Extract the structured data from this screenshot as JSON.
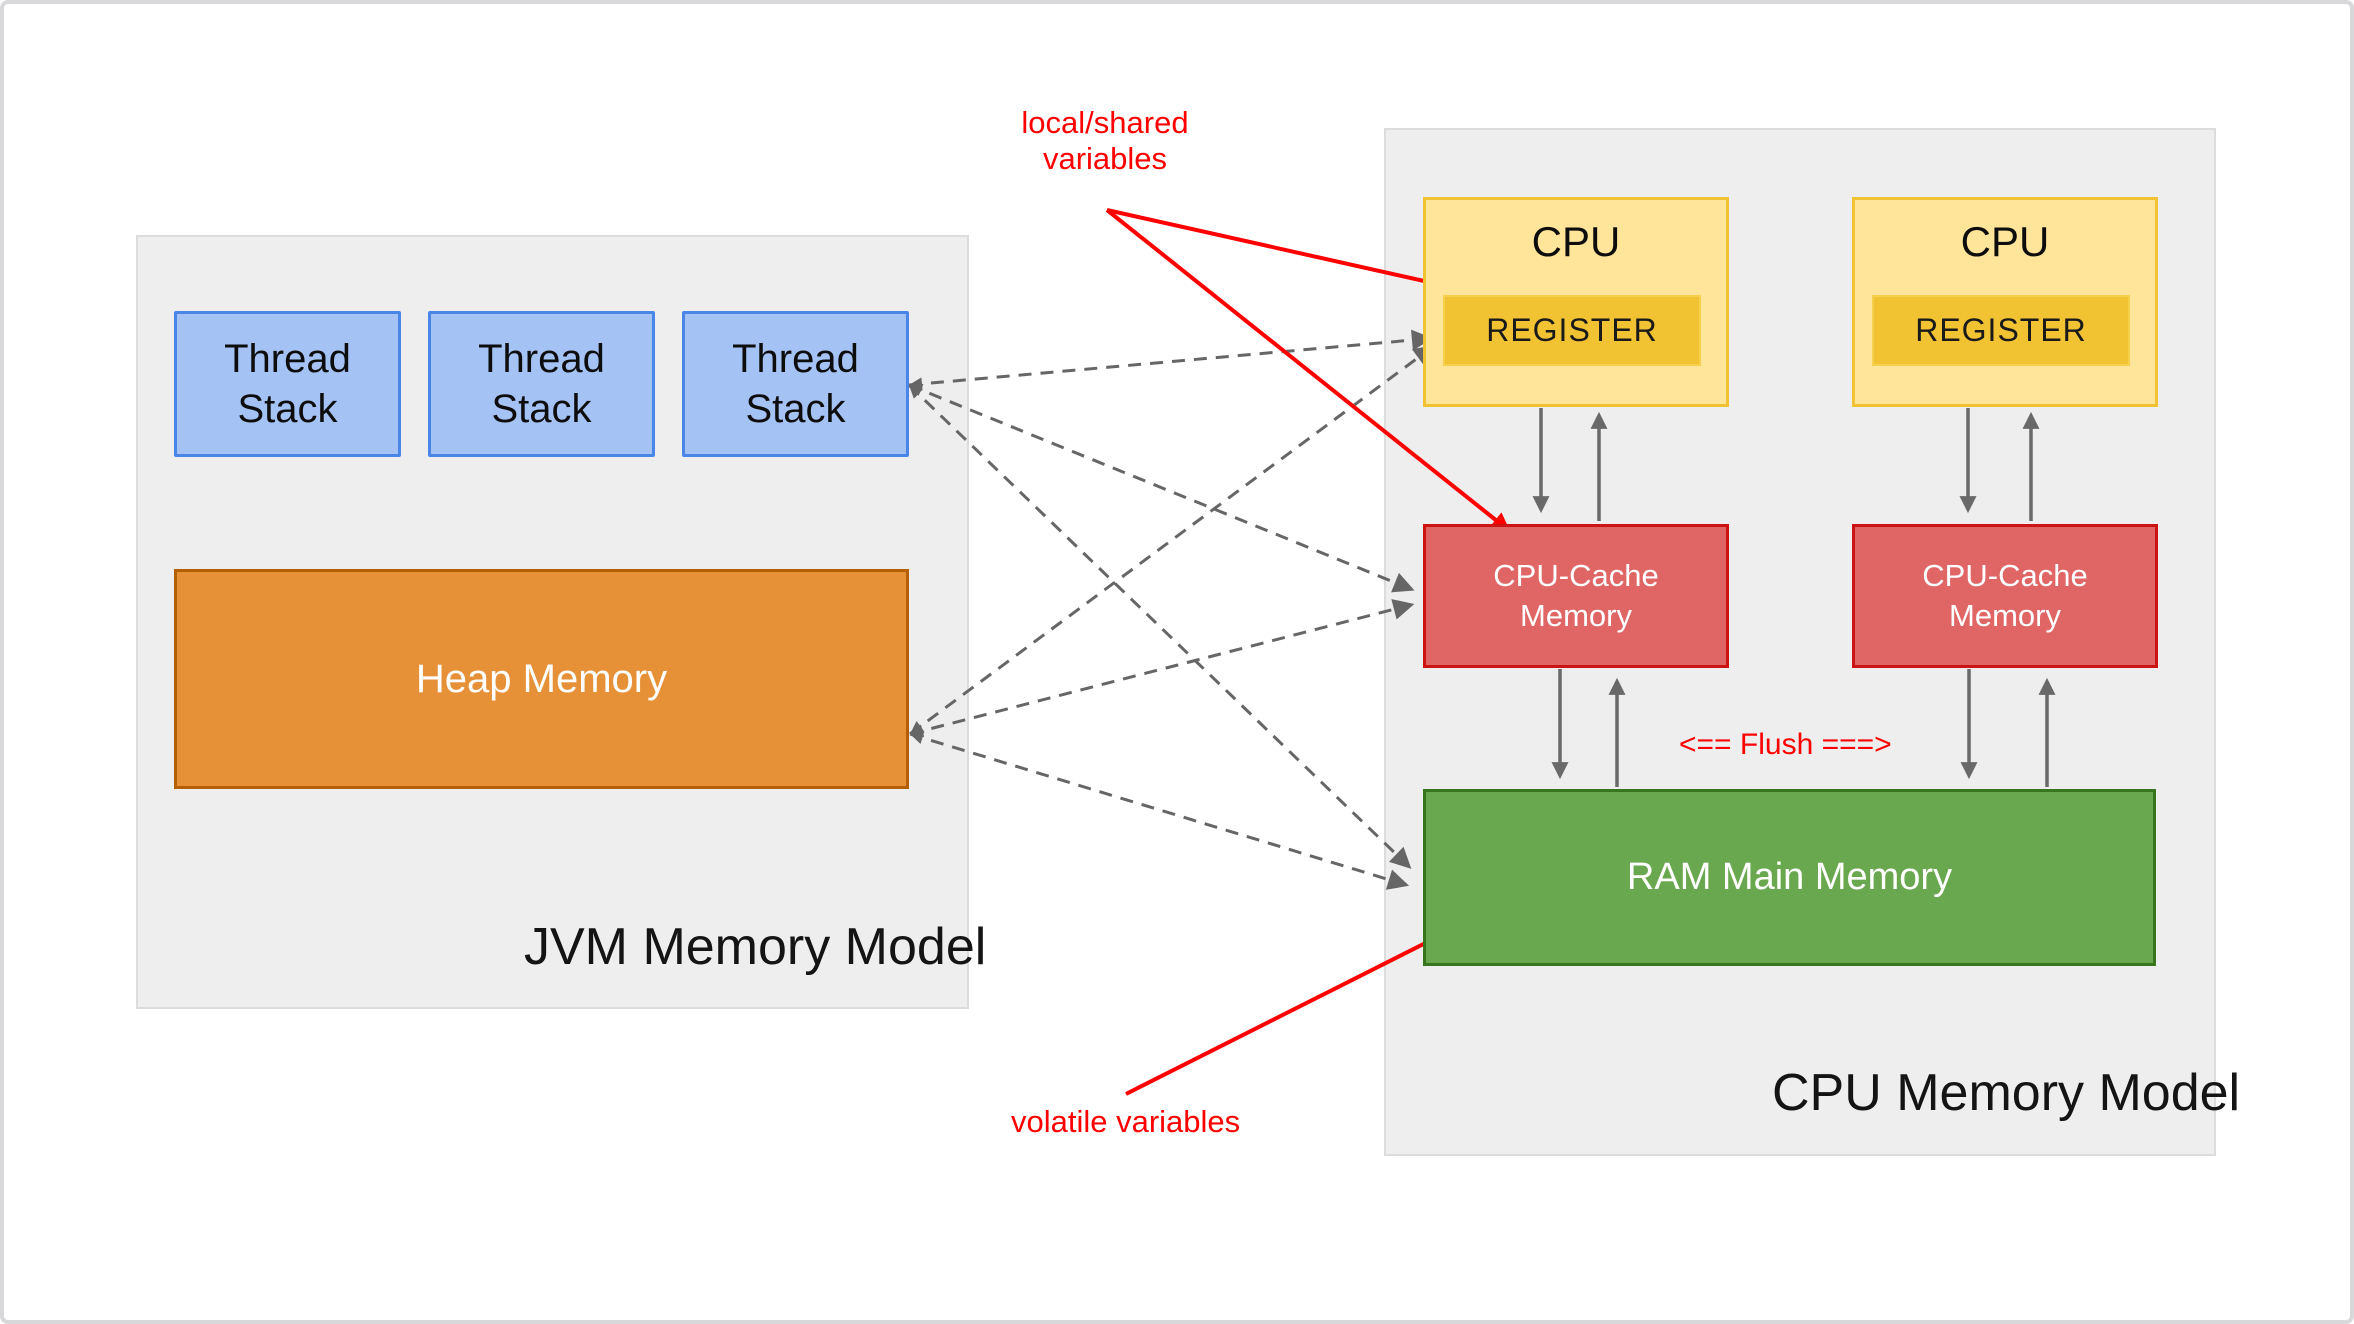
{
  "diagram": {
    "jvm": {
      "title": "JVM Memory Model",
      "thread_stacks": [
        "Thread\nStack",
        "Thread\nStack",
        "Thread\nStack"
      ],
      "heap_label": "Heap Memory"
    },
    "cpu": {
      "title": "CPU Memory Model",
      "units": [
        {
          "label": "CPU",
          "register": "REGISTER",
          "cache": "CPU-Cache\nMemory"
        },
        {
          "label": "CPU",
          "register": "REGISTER",
          "cache": "CPU-Cache\nMemory"
        }
      ],
      "ram_label": "RAM Main Memory",
      "flush_label": "<== Flush ===>"
    },
    "annotations": {
      "local_shared": "local/shared\nvariables",
      "volatile": "volatile variables"
    },
    "colors": {
      "thread_stack_fill": "#a4c2f4",
      "thread_stack_border": "#4a86e8",
      "heap_fill": "#e69138",
      "heap_border": "#b45f06",
      "cpu_fill": "#ffe599",
      "cpu_border": "#f1c232",
      "register_fill": "#f1c232",
      "cache_fill": "#e06666",
      "cache_border": "#cc1414",
      "ram_fill": "#6aa84f",
      "ram_border": "#38761d",
      "container_fill": "#eeeeee",
      "annotation_red": "#ff0000",
      "connector_gray": "#666666"
    }
  }
}
